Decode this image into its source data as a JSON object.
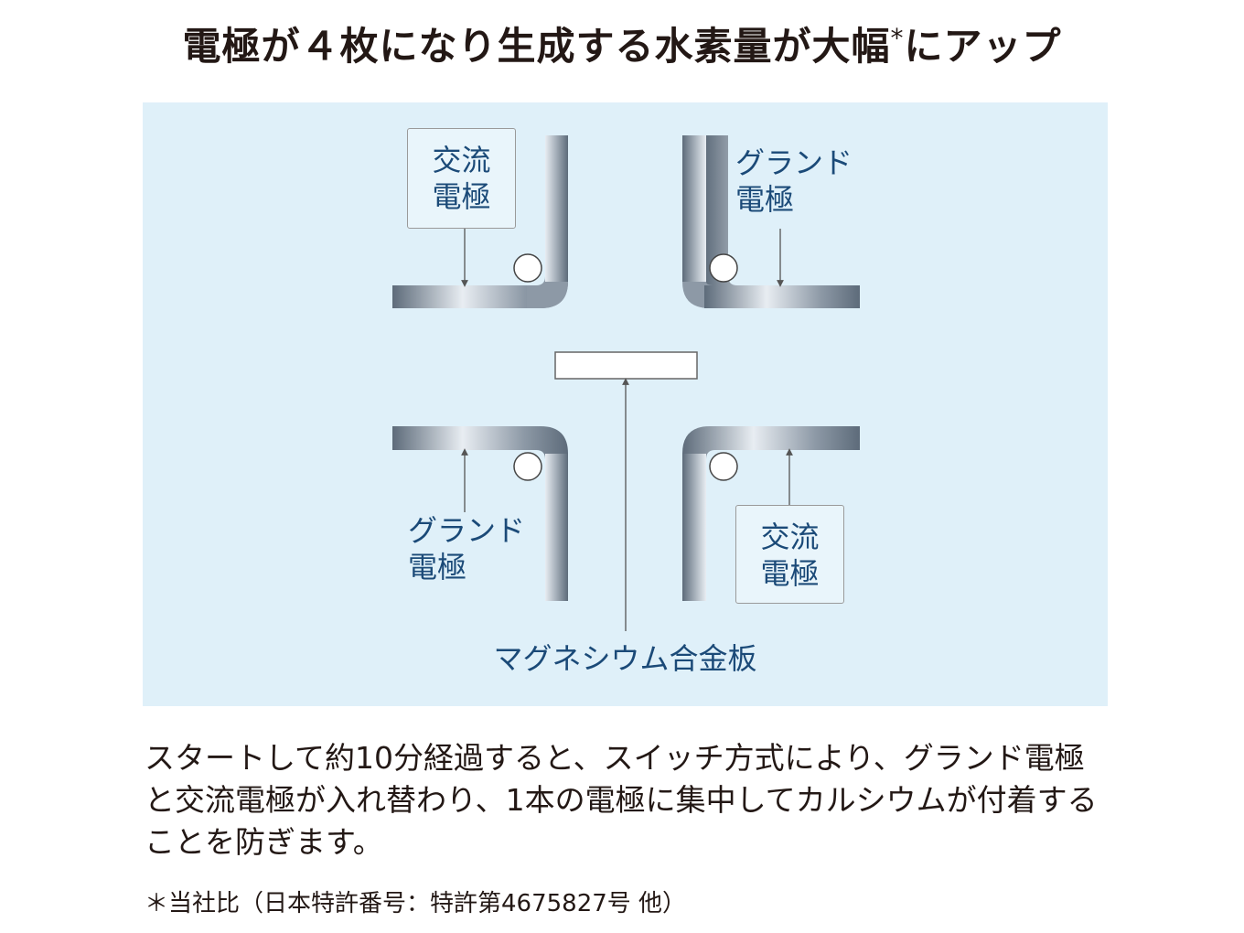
{
  "title": "電極が４枚になり生成する水素量が大幅",
  "title_mark": "*",
  "title_suffix": "にアップ",
  "diagram": {
    "top_left_label": [
      "交流",
      "電極"
    ],
    "top_right_label": [
      "グランド",
      "電極"
    ],
    "bottom_left_label": [
      "グランド",
      "電極"
    ],
    "bottom_right_label": [
      "交流",
      "電極"
    ],
    "center_label": "マグネシウム合金板",
    "colors": {
      "background": "#dff0f9",
      "label_text": "#1b4a78",
      "electrode_dark": "#5d6b7a",
      "electrode_light": "#e8edf2"
    }
  },
  "description": "スタートして約10分経過すると、スイッチ方式により、グランド電極と交流電極が入れ替わり、1本の電極に集中してカルシウムが付着することを防ぎます。",
  "footnote": "＊当社比（日本特許番号：特許第4675827号 他）"
}
